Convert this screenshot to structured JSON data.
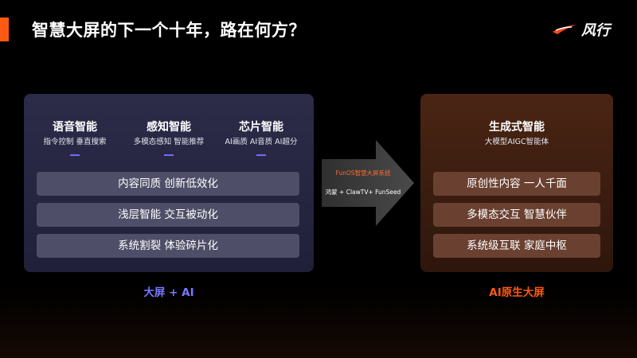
{
  "slide": {
    "title": "智慧大屏的下一个十年，路在何方？",
    "logo_text": "风行",
    "accent_color": "#ff5a12"
  },
  "left": {
    "categories": [
      {
        "title": "语音智能",
        "subtitle": "指令控制  垂直搜索"
      },
      {
        "title": "感知智能",
        "subtitle": "多模态感知 智能推荐"
      },
      {
        "title": "芯片智能",
        "subtitle": "AI画质 AI音质 AI超分"
      }
    ],
    "problems": [
      "内容同质 创新低效化",
      "浅层智能 交互被动化",
      "系统割裂 体验碎片化"
    ],
    "caption": "大屏 + AI"
  },
  "arrow": {
    "label": "FunOS智慧大屏系统",
    "sublabel": "鸿蒙 + ClawTV+ FunSeed"
  },
  "right": {
    "category": {
      "title": "生成式智能",
      "subtitle": "大模型AIGC智能体"
    },
    "features": [
      "原创性内容 一人千面",
      "多模态交互 智慧伙伴",
      "系统级互联 家庭中枢"
    ],
    "caption": "AI原生大屏"
  }
}
